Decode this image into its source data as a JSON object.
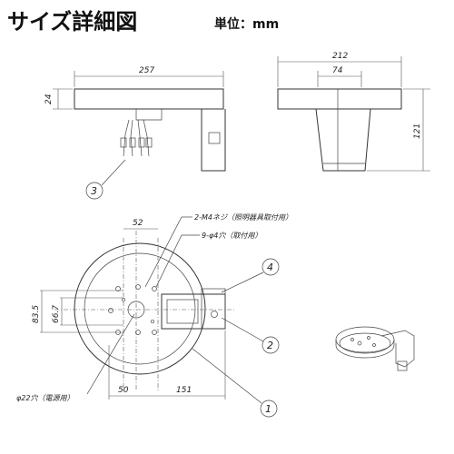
{
  "header": {
    "title": "サイズ詳細図",
    "unit": "単位：mm"
  },
  "dimensions": {
    "top_width": "257",
    "top_height": "24",
    "side_width": "212",
    "side_inner": "74",
    "side_height": "121",
    "bottom_52": "52",
    "bottom_835": "83.5",
    "bottom_667": "66.7",
    "bottom_50": "50",
    "bottom_151": "151"
  },
  "annotations": {
    "screw": "2-M4ネジ（照明器具取付用）",
    "holes": "9-φ4穴（取付用）",
    "cable_hole": "φ22穴（電源用）"
  },
  "callouts": [
    "1",
    "2",
    "3",
    "4"
  ]
}
